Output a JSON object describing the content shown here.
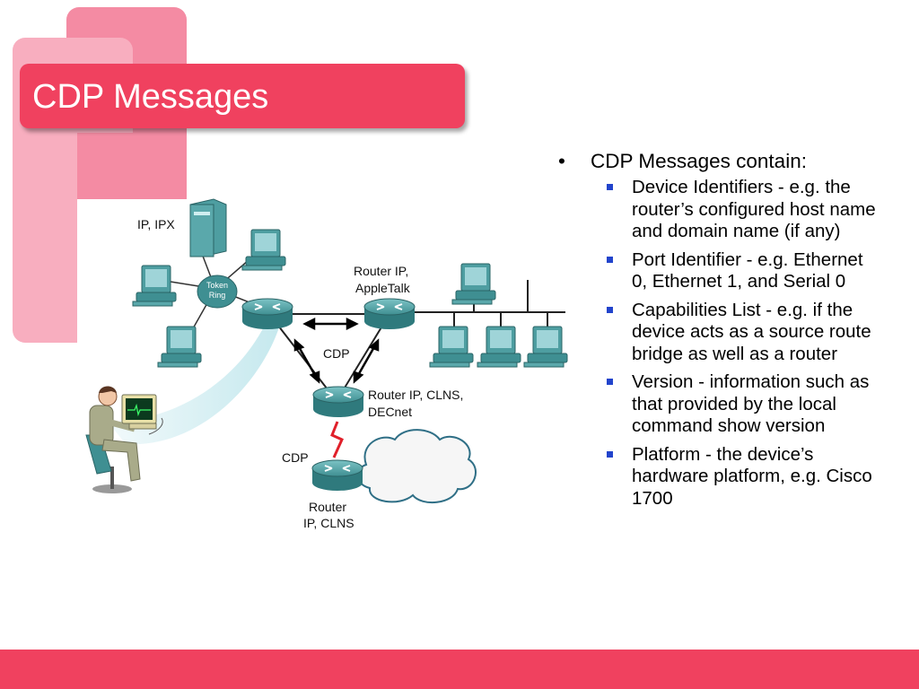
{
  "slide": {
    "title": "CDP Messages"
  },
  "diagram": {
    "labels": {
      "ip_ipx": "IP, IPX",
      "token_ring": [
        "Token",
        "Ring"
      ],
      "router_ip_appletalk": [
        "Router IP,",
        "AppleTalk"
      ],
      "cdp_center": "CDP",
      "router_ip_clns_decnet": [
        "Router IP, CLNS,",
        "DECnet"
      ],
      "cdp_lower": "CDP",
      "router_ip_clns": [
        "Router",
        "IP, CLNS"
      ]
    },
    "colors": {
      "router": "#3f8f92",
      "link_red": "#e0202a",
      "accent": "#f0415f"
    }
  },
  "bullets": {
    "main": "CDP Messages contain:",
    "items": [
      "Device Identifiers - e.g. the router’s configured host name and domain name (if any)",
      "Port Identifier - e.g. Ethernet 0, Ethernet 1, and Serial 0",
      "Capabilities List - e.g. if the device acts as a source route bridge as well as a router",
      "Version - information such as that provided by the local command show version",
      "Platform - the device’s hardware platform, e.g. Cisco 1700"
    ]
  }
}
